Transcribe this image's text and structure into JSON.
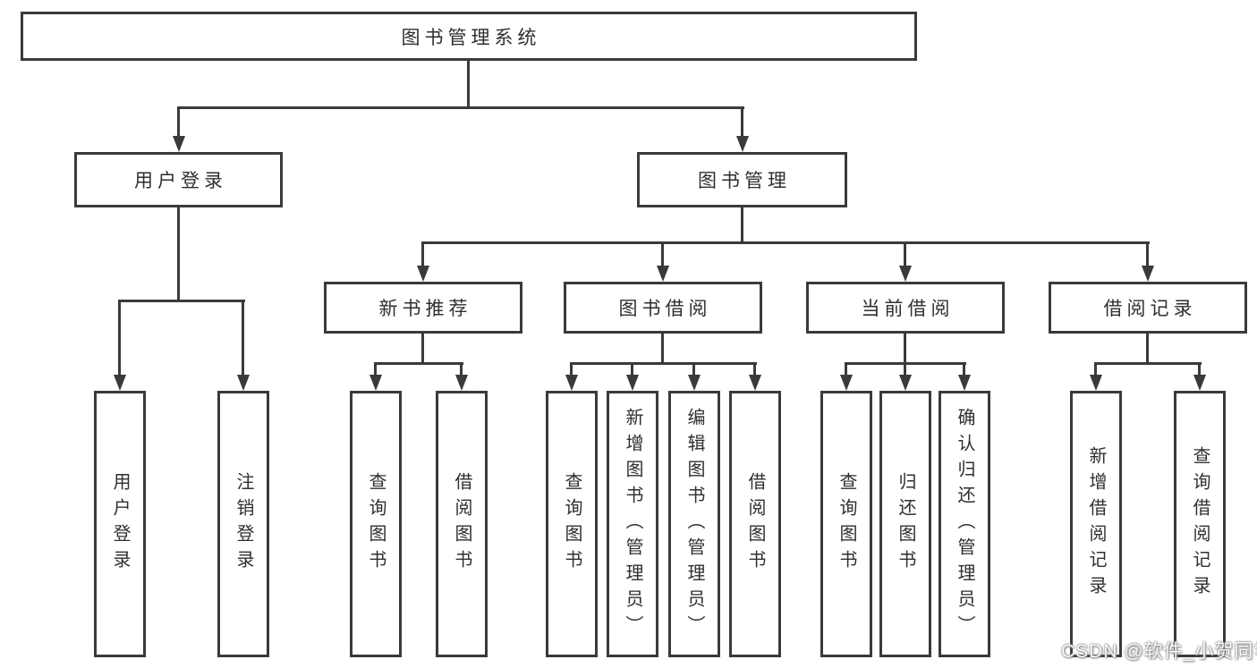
{
  "tree": {
    "root": {
      "label": "图书管理系统"
    },
    "user_login": {
      "label": "用户登录",
      "children": [
        {
          "label": "用户登录"
        },
        {
          "label": "注销登录"
        }
      ]
    },
    "book_management": {
      "label": "图书管理",
      "groups": [
        {
          "label": "新书推荐",
          "children": [
            {
              "label": "查询图书"
            },
            {
              "label": "借阅图书"
            }
          ]
        },
        {
          "label": "图书借阅",
          "children": [
            {
              "label": "查询图书"
            },
            {
              "label": "新增图书（管理员）"
            },
            {
              "label": "编辑图书（管理员）"
            },
            {
              "label": "借阅图书"
            }
          ]
        },
        {
          "label": "当前借阅",
          "children": [
            {
              "label": "查询图书"
            },
            {
              "label": "归还图书"
            },
            {
              "label": "确认归还（管理员）"
            }
          ]
        },
        {
          "label": "借阅记录",
          "children": [
            {
              "label": "新增借阅记录"
            },
            {
              "label": "查询借阅记录"
            }
          ]
        }
      ]
    }
  },
  "watermark": {
    "text": "CSDN @软件_小贺同学"
  },
  "colors": {
    "line": "#3a3a3a",
    "text": "#2f2f2f",
    "background": "#ffffff",
    "watermark_fill": "#ffffff",
    "watermark_halo": "#8d8d8d"
  }
}
